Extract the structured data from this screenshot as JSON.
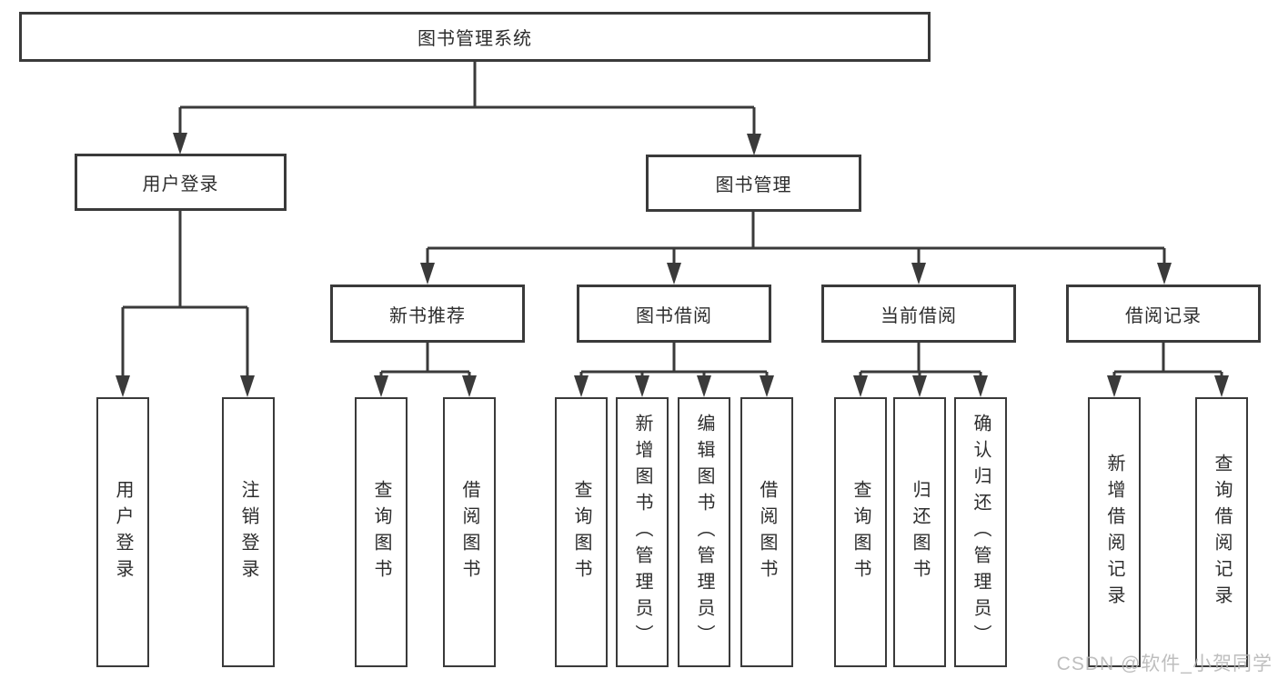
{
  "tree": {
    "label": "图书管理系统",
    "children": [
      {
        "label": "用户登录",
        "children": [
          {
            "label": "用户登录"
          },
          {
            "label": "注销登录"
          }
        ]
      },
      {
        "label": "图书管理",
        "children": [
          {
            "label": "新书推荐",
            "children": [
              {
                "label": "查询图书"
              },
              {
                "label": "借阅图书"
              }
            ]
          },
          {
            "label": "图书借阅",
            "children": [
              {
                "label": "查询图书"
              },
              {
                "label": "新增图书（管理员）"
              },
              {
                "label": "编辑图书（管理员）"
              },
              {
                "label": "借阅图书"
              }
            ]
          },
          {
            "label": "当前借阅",
            "children": [
              {
                "label": "查询图书"
              },
              {
                "label": "归还图书"
              },
              {
                "label": "确认归还（管理员）"
              }
            ]
          },
          {
            "label": "借阅记录",
            "children": [
              {
                "label": "新增借阅记录"
              },
              {
                "label": "查询借阅记录"
              }
            ]
          }
        ]
      }
    ]
  },
  "watermark": {
    "text": "CSDN @软件_小贺同学"
  },
  "colors": {
    "line": "#3a3a3a",
    "border": "#3a3a3a",
    "text": "#2d2d2d",
    "watermark": "#b3b3b3",
    "background": "#ffffff"
  }
}
